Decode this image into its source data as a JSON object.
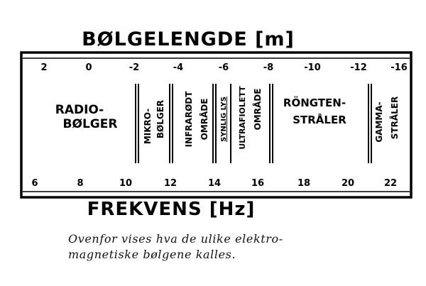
{
  "title_top": "BØLGELENGDE [m]",
  "title_bottom": "FREKVENS [Hz]",
  "wavelength_ticks": [
    "2",
    "0",
    "-2",
    "-4",
    "-6",
    "-8",
    "-10",
    "-12",
    "-16"
  ],
  "frequency_ticks": [
    "6",
    "8",
    "10",
    "12",
    "14",
    "16",
    "18",
    "20",
    "22"
  ],
  "regions": {
    "radio": [
      "RADIO-",
      "BØLGER"
    ],
    "mikro": [
      "MIKRO-",
      "BØLGER"
    ],
    "infrarodt": [
      "INFRARØDT",
      "OMRÅDE"
    ],
    "synlig": "SYNLIG LYS",
    "ultrafiolett": [
      "ULTRAFIOLETT",
      "OMRÅDE"
    ],
    "rontgen": [
      "RÖNGTEN-",
      "STRÅLER"
    ],
    "gamma": [
      "GAMMA-",
      "STRÅLER"
    ]
  },
  "caption": {
    "line1": "Ovenfor vises hva de ulike elektro-",
    "line2": "magnetiske bølgene kalles."
  },
  "colors": {
    "ink": "#000000",
    "paper": "#ffffff"
  }
}
